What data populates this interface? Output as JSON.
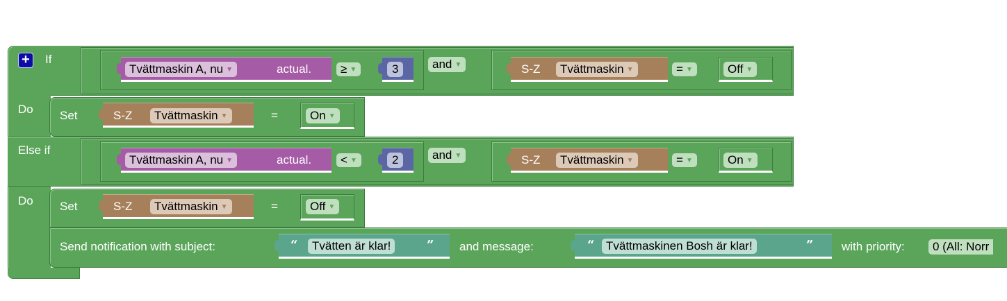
{
  "if_block": {
    "mutator_icon": "plus-icon",
    "if_label": "If",
    "do_label_1": "Do",
    "else_if_label": "Else if",
    "do_label_2": "Do",
    "conditions": [
      {
        "left_device": "Tvättmaskin A, nu",
        "left_suffix": "actual.",
        "operator": "≥",
        "number": "3",
        "logic": "and",
        "right_prefix": "S-Z",
        "right_device": "Tvättmaskin",
        "compare": "=",
        "state": "Off"
      },
      {
        "left_device": "Tvättmaskin A, nu",
        "left_suffix": "actual.",
        "operator": "<",
        "number": "2",
        "logic": "and",
        "right_prefix": "S-Z",
        "right_device": "Tvättmaskin",
        "compare": "=",
        "state": "On"
      }
    ],
    "actions_1": [
      {
        "set_label": "Set",
        "prefix": "S-Z",
        "device": "Tvättmaskin",
        "equals": "=",
        "value": "On"
      }
    ],
    "actions_2": [
      {
        "set_label": "Set",
        "prefix": "S-Z",
        "device": "Tvättmaskin",
        "equals": "=",
        "value": "Off"
      }
    ],
    "notification": {
      "label": "Send notification with subject:",
      "subject": "Tvätten är klar!",
      "message_label": "and message:",
      "message": "Tvättmaskinen Bosh är klar!",
      "priority_label": "with priority:",
      "priority": "0 (All: Norr",
      "open_quote": "“",
      "close_quote": "”"
    }
  }
}
